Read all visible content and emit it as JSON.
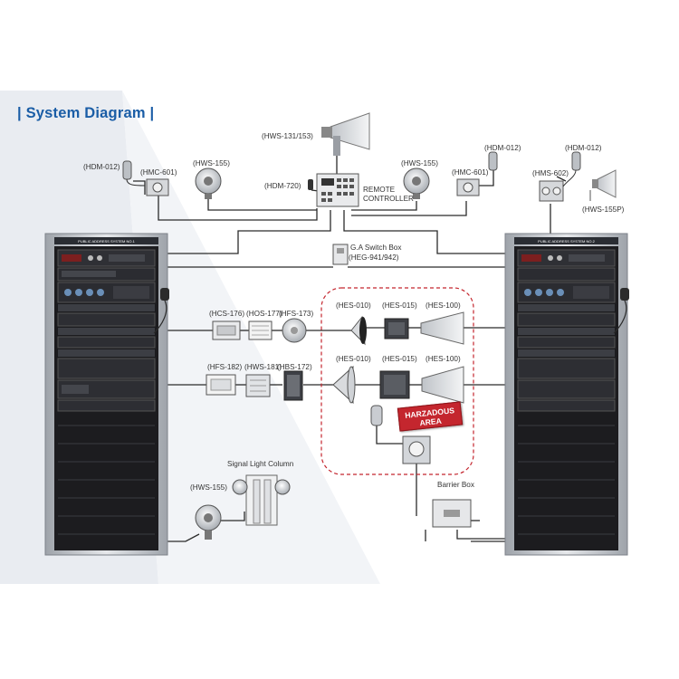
{
  "title": "| System Diagram |",
  "labels": {
    "hws131": "(HWS-131/153)",
    "hdm012_left": "(HDM-012)",
    "hmc601_left": "(HMC-601)",
    "hws155_top_left": "(HWS-155)",
    "hdm720": "(HDM-720)",
    "remote_controller": "REMOTE CONTROLLER",
    "hws155_top_right": "(HWS-155)",
    "hmc601_right": "(HMC-601)",
    "hdm012_mid": "(HDM-012)",
    "hdm012_right": "(HDM-012)",
    "hms602": "(HMS-602)",
    "hws155p": "(HWS-155P)",
    "ga_switch_box": "G.A Switch Box",
    "heg941": "(HEG-941/942)",
    "hcs176": "(HCS-176)",
    "hos177": "(HOS-177)",
    "hfs173": "(HFS-173)",
    "hes010_a": "(HES-010)",
    "hes015_a": "(HES-015)",
    "hes100_a": "(HES-100)",
    "hfs182": "(HFS-182)",
    "hws181": "(HWS-181)",
    "hbs172": "(HBS-172)",
    "hes010_b": "(HES-010)",
    "hes015_b": "(HES-015)",
    "hes100_b": "(HES-100)",
    "hazardous_area": "HARZADOUS AREA",
    "signal_light_column": "Signal Light Column",
    "hws155_bottom": "(HWS-155)",
    "barrier_box": "Barrier Box",
    "rack1_title": "PUBLIC ADDRESS SYSTEM NO.1",
    "rack2_title": "PUBLIC ADDRESS SYSTEM NO.2"
  },
  "colors": {
    "title": "#1a5da6",
    "hazard": "#c4262e",
    "rack_frame": "#c9ccd1",
    "rack_body": "#1c1c1f",
    "line": "#2b2b2b",
    "background_shade": "#e9ecf1"
  }
}
